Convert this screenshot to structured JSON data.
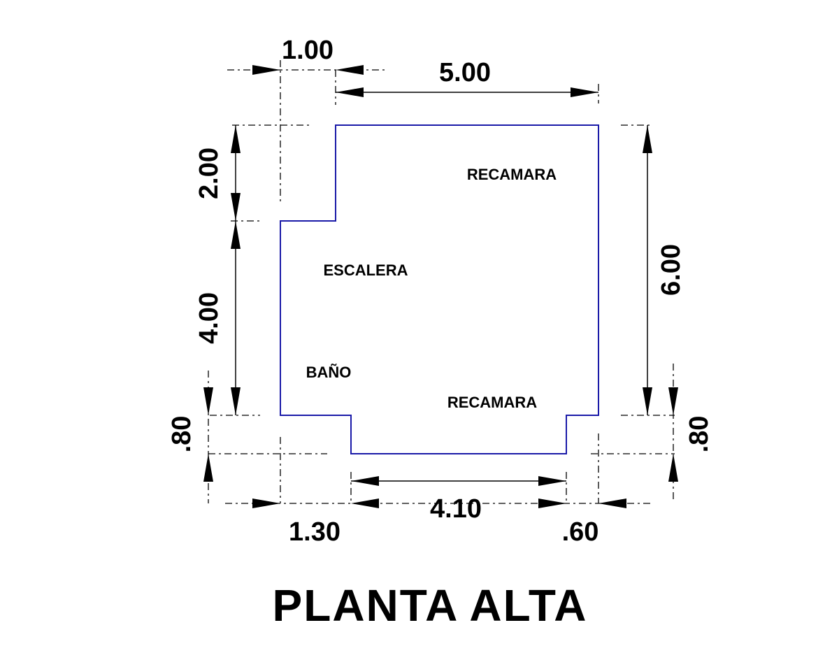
{
  "title": "PLANTA ALTA",
  "rooms": {
    "recamara_upper": "RECAMARA",
    "escalera": "ESCALERA",
    "bano": "BAÑO",
    "recamara_lower": "RECAMARA"
  },
  "dimensions": {
    "top_left": "1.00",
    "top_main": "5.00",
    "left_upper": "2.00",
    "left_lower": "4.00",
    "left_bottom": ".80",
    "right_main": "6.00",
    "right_bottom": ".80",
    "bottom_middle": "4.10",
    "bottom_left": "1.30",
    "bottom_right": ".60"
  },
  "colors": {
    "outline": "#1a1aa8",
    "lines": "#000000"
  }
}
